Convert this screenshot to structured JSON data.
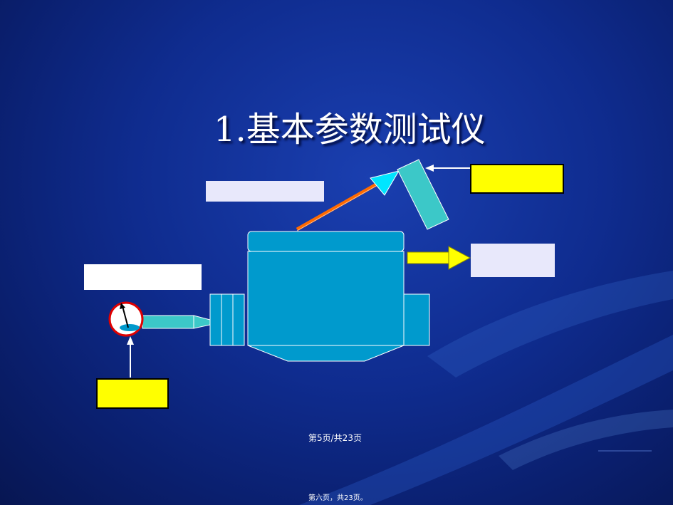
{
  "slide": {
    "title": "1.基本参数测试仪",
    "page_indicator": "第5页/共23页",
    "footer": "第六页，共23页。"
  },
  "colors": {
    "background": "#0f2c8f",
    "machine_fill": "#009acd",
    "cyan_part": "#3cc8c8",
    "yellow": "#ffff00",
    "orange_beam": "#ff6a00",
    "gauge_border": "#e00000"
  },
  "icons": {
    "gauge": "pressure-gauge-icon",
    "arrow": "arrow-right-icon"
  }
}
